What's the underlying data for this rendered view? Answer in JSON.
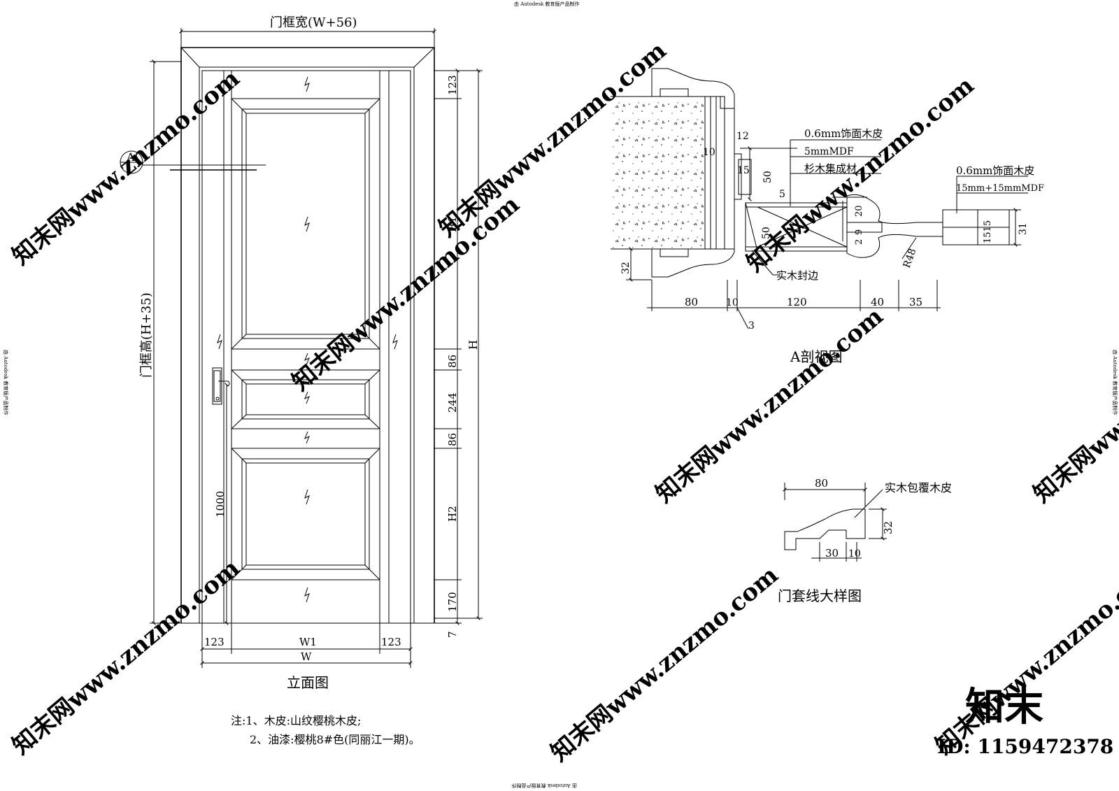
{
  "header_note": "由 Autodesk 教育版产品制作",
  "footer_note": "由 Autodesk 教育版产品制作",
  "side_note_left": "由 Autodesk 教育版产品制作",
  "side_note_right": "由 Autodesk 教育版产品制作",
  "elevation": {
    "title": "立面图",
    "frame_width_label": "门框宽(W+56)",
    "frame_height_label": "门框高(H+35)",
    "section_mark": "A",
    "dim_w": "W",
    "dim_w1": "W1",
    "dim_stile_left": "123",
    "dim_stile_right": "123",
    "dim_handle_height": "1000",
    "dim_top_rail": "123",
    "dim_h1": "H1",
    "dim_mid_rail_1": "86",
    "dim_mid_panel": "244",
    "dim_mid_rail_2": "86",
    "dim_h2": "H2",
    "dim_bottom_rail": "170",
    "dim_gap": "7",
    "dim_total_h": "H"
  },
  "notes": {
    "line1": "注:1、木皮:山纹樱桃木皮;",
    "line2": "2、油漆:樱桃8#色(同丽江一期)。"
  },
  "section_a": {
    "title": "A剖视图",
    "label_veneer": "0.6mm饰面木皮",
    "label_mdf": "5mmMDF",
    "label_core": "杉木集成材",
    "label_panel_veneer": "0.6mm饰面木皮",
    "label_panel_mdf": "15mm+15mmMDF",
    "label_edge": "实木封边",
    "dim_12": "12",
    "dim_10_top": "10",
    "dim_15_top": "15",
    "dim_50_top": "50",
    "dim_5": "5",
    "dim_20": "20",
    "dim_9": "9",
    "dim_2": "2",
    "dim_50_mid": "50",
    "dim_1515": "1515",
    "dim_31": "31",
    "dim_r48": "R48",
    "dim_32": "32",
    "dim_80": "80",
    "dim_10": "10",
    "dim_120": "120",
    "dim_40": "40",
    "dim_35": "35",
    "dim_3": "3"
  },
  "casing_detail": {
    "title": "门套线大样图",
    "label": "实木包覆木皮",
    "dim_80": "80",
    "dim_32": "32",
    "dim_30": "30",
    "dim_10": "10"
  },
  "watermark": {
    "site": "知末网www.znzmo.com",
    "logo": "知末",
    "id": "ID: 1159472378"
  }
}
